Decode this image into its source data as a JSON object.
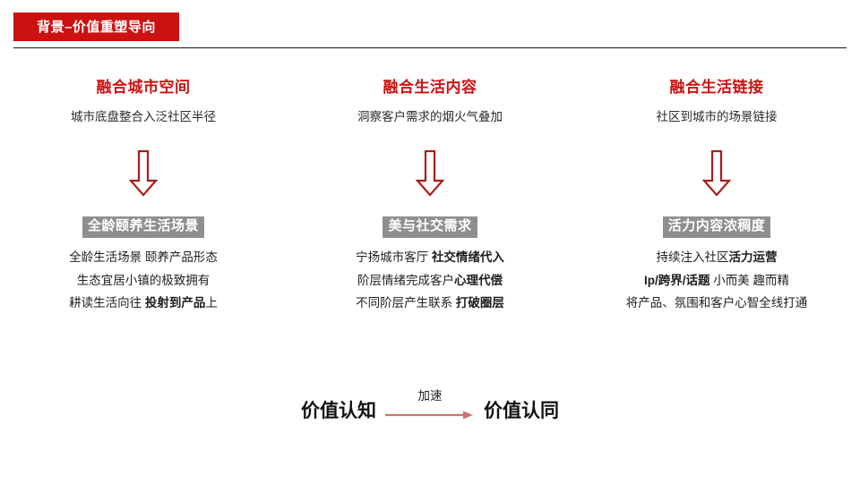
{
  "slide": {
    "title": "背景–价值重塑导向",
    "accent_color": "#cc1111",
    "highlight_gray": "#8f8f8f",
    "arrow_color": "#aa1c1c",
    "bottom_arrow_color": "#c9756e"
  },
  "columns": [
    {
      "heading": "融合城市空间",
      "subtitle": "城市底盘整合入泛社区半径",
      "arrow_icon": "hollow-down-arrow-icon",
      "label": "全龄颐养生活场景",
      "lines": [
        {
          "normal_before": "全龄生活场景 颐养产品形态",
          "bold": "",
          "normal_after": ""
        },
        {
          "normal_before": "生态宜居小镇的极致拥有",
          "bold": "",
          "normal_after": ""
        },
        {
          "normal_before": "耕读生活向往 ",
          "bold": "投射到产品",
          "normal_after": "上"
        }
      ]
    },
    {
      "heading": "融合生活内容",
      "subtitle": "洞察客户需求的烟火气叠加",
      "arrow_icon": "hollow-down-arrow-icon",
      "label": "美与社交需求",
      "lines": [
        {
          "normal_before": "宁扬城市客厅 ",
          "bold": "社交情绪代入",
          "normal_after": ""
        },
        {
          "normal_before": "阶层情绪完成客户",
          "bold": "心理代偿",
          "normal_after": ""
        },
        {
          "normal_before": "不同阶层产生联系 ",
          "bold": "打破圈层",
          "normal_after": ""
        }
      ]
    },
    {
      "heading": "融合生活链接",
      "subtitle": "社区到城市的场景链接",
      "arrow_icon": "hollow-down-arrow-icon",
      "label": "活力内容浓稠度",
      "lines": [
        {
          "normal_before": "持续注入社区",
          "bold": "活力运营",
          "normal_after": ""
        },
        {
          "normal_before": "",
          "bold": "Ip/跨界/话题",
          "normal_after": " 小而美 趣而精"
        },
        {
          "normal_before": "将产品、氛围和客户心智全线打通",
          "bold": "",
          "normal_after": ""
        }
      ]
    }
  ],
  "bottom": {
    "from_term": "价值认知",
    "arrow_label": "加速",
    "arrow_icon": "right-arrow-icon",
    "to_term": "价值认同"
  }
}
